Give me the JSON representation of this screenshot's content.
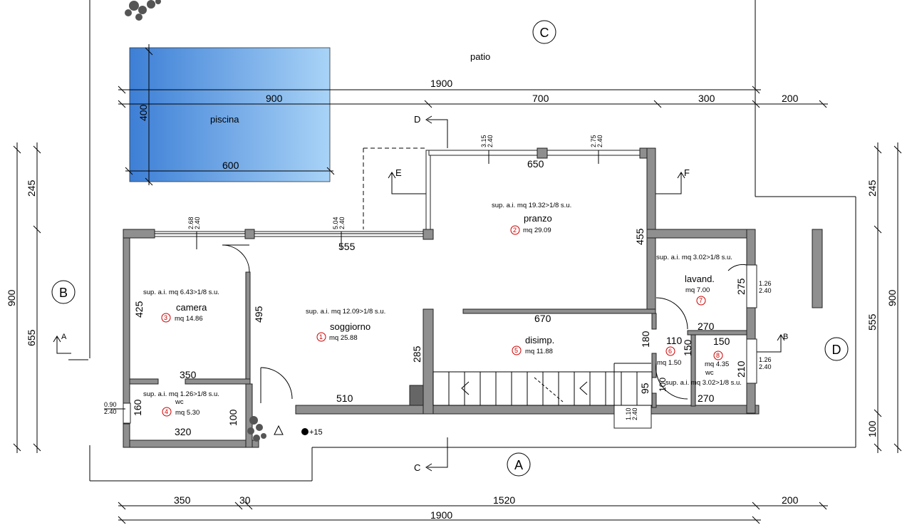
{
  "labels": {
    "patio": "patio",
    "piscina": "piscina",
    "pool_w": "600",
    "pool_h": "400"
  },
  "grid": {
    "A": "A",
    "B": "B",
    "C": "C",
    "D": "D"
  },
  "sections": {
    "a": "A",
    "b": "B",
    "c": "C",
    "d": "D",
    "e": "E",
    "f": "F"
  },
  "dims_top": {
    "total": "1900",
    "d1": "900",
    "d2": "700",
    "d3": "300",
    "d4": "200"
  },
  "dims_bottom": {
    "d1": "350",
    "d2": "30",
    "d3": "1520",
    "d4": "200",
    "total": "1900"
  },
  "dims_left": {
    "total": "900",
    "d1": "245",
    "d2": "655"
  },
  "dims_right": {
    "total": "900",
    "d1": "245",
    "d2": "555",
    "d3": "100"
  },
  "interior_dims": {
    "w555": "555",
    "w650": "650",
    "w455": "455",
    "w495": "495",
    "w425": "425",
    "w350": "350",
    "w670": "670",
    "w285": "285",
    "w510": "510",
    "w320": "320",
    "w160": "160",
    "w100": "100",
    "w180": "180",
    "w110": "110",
    "w150a": "150",
    "w150b": "150",
    "w270a": "270",
    "w270b": "270",
    "w275": "275",
    "w210": "210",
    "w95": "95",
    "w100b": "100"
  },
  "openings": {
    "o1a": "2.68",
    "o1b": "2.40",
    "o2a": "5.04",
    "o2b": "2.40",
    "o3a": "3.15",
    "o3b": "2.40",
    "o4a": "2.75",
    "o4b": "2.40",
    "o5a": "1.26",
    "o5b": "2.40",
    "o6a": "1.26",
    "o6b": "2.40",
    "o7a": "0.90",
    "o7b": "2.40",
    "o8a": "1.10",
    "o8b": "2.40"
  },
  "level": "+15",
  "rooms": [
    {
      "id": "pranzo",
      "sup": "sup. a.i. mq 19.32>1/8 s.u.",
      "name": "pranzo",
      "num": "2",
      "area": "mq 29.09"
    },
    {
      "id": "soggiorno",
      "sup": "sup. a.i. mq 12.09>1/8 s.u.",
      "name": "soggiorno",
      "num": "1",
      "area": "mq 25.88"
    },
    {
      "id": "camera",
      "sup": "sup. a.i. mq 6.43>1/8 s.u.",
      "name": "camera",
      "num": "3",
      "area": "mq 14.86"
    },
    {
      "id": "wc1",
      "sup": "sup. a.i. mq 1.26>1/8 s.u.",
      "name": "wc",
      "num": "4",
      "area": "mq 5.30"
    },
    {
      "id": "lavand",
      "sup": "sup. a.i. mq 3.02>1/8 s.u.",
      "name": "lavand.",
      "num": "7",
      "area": "mq 7.00"
    },
    {
      "id": "disimp",
      "sup": "",
      "name": "disimp.",
      "num": "5",
      "area": "mq 11.88"
    },
    {
      "id": "ripost",
      "sup": "",
      "name": "",
      "num": "6",
      "area": "mq 1.50"
    },
    {
      "id": "wc2",
      "sup": "sup. a.i. mq 3.02>1/8 s.u.",
      "name": "wc",
      "num": "8",
      "area": "mq 4.35"
    }
  ]
}
